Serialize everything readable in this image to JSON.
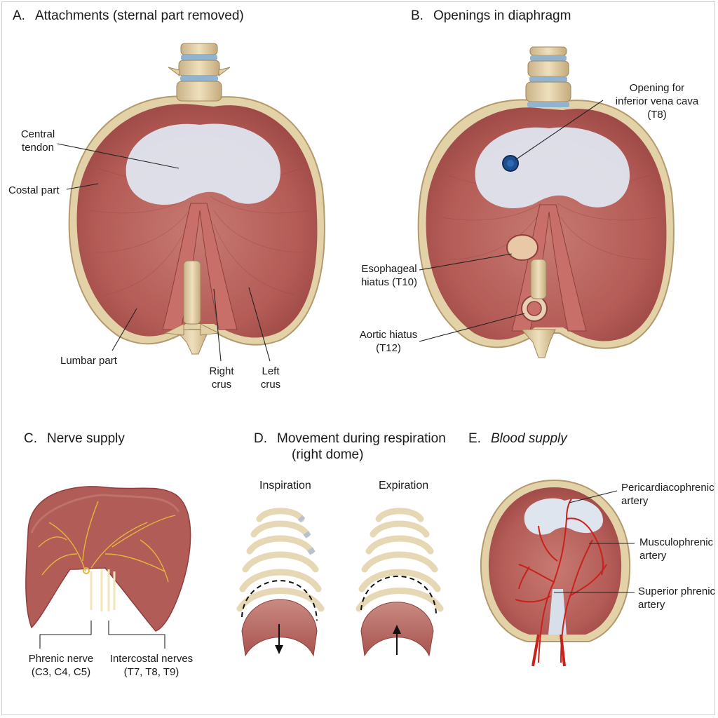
{
  "panels": {
    "a": {
      "letter": "A.",
      "title": "Attachments (sternal part removed)",
      "labels": {
        "central_tendon": "Central\ntendon",
        "costal_part": "Costal part",
        "lumbar_part": "Lumbar part",
        "right_crus": "Right\ncrus",
        "left_crus": "Left\ncrus"
      }
    },
    "b": {
      "letter": "B.",
      "title": "Openings in diaphragm",
      "labels": {
        "ivc_opening": "Opening  for\ninferior vena cava\n(T8)",
        "esophageal_hiatus": "Esophageal\nhiatus (T10)",
        "aortic_hiatus": "Aortic hiatus\n(T12)"
      }
    },
    "c": {
      "letter": "C.",
      "title": "Nerve supply",
      "labels": {
        "phrenic_nerve": "Phrenic nerve\n(C3, C4, C5)",
        "intercostal_nerves": "Intercostal nerves\n(T7, T8, T9)"
      }
    },
    "d": {
      "letter": "D.",
      "title": "Movement during respiration",
      "title_line2": "(right dome)",
      "inspiration": "Inspiration",
      "expiration": "Expiration"
    },
    "e": {
      "letter": "E.",
      "title": "Blood supply",
      "labels": {
        "pericardiacophrenic": "Pericardiacophrenic\nartery",
        "musculophrenic": "Musculophrenic\nartery",
        "superior_phrenic": "Superior phrenic\nartery"
      }
    }
  },
  "colors": {
    "muscle": "#b9615c",
    "muscle_dark": "#8e3f3c",
    "tendon": "#dde3ee",
    "bone": "#e6d4ad",
    "disc": "#8fb3d1",
    "nerve": "#e8b93a",
    "artery": "#c8221c"
  }
}
